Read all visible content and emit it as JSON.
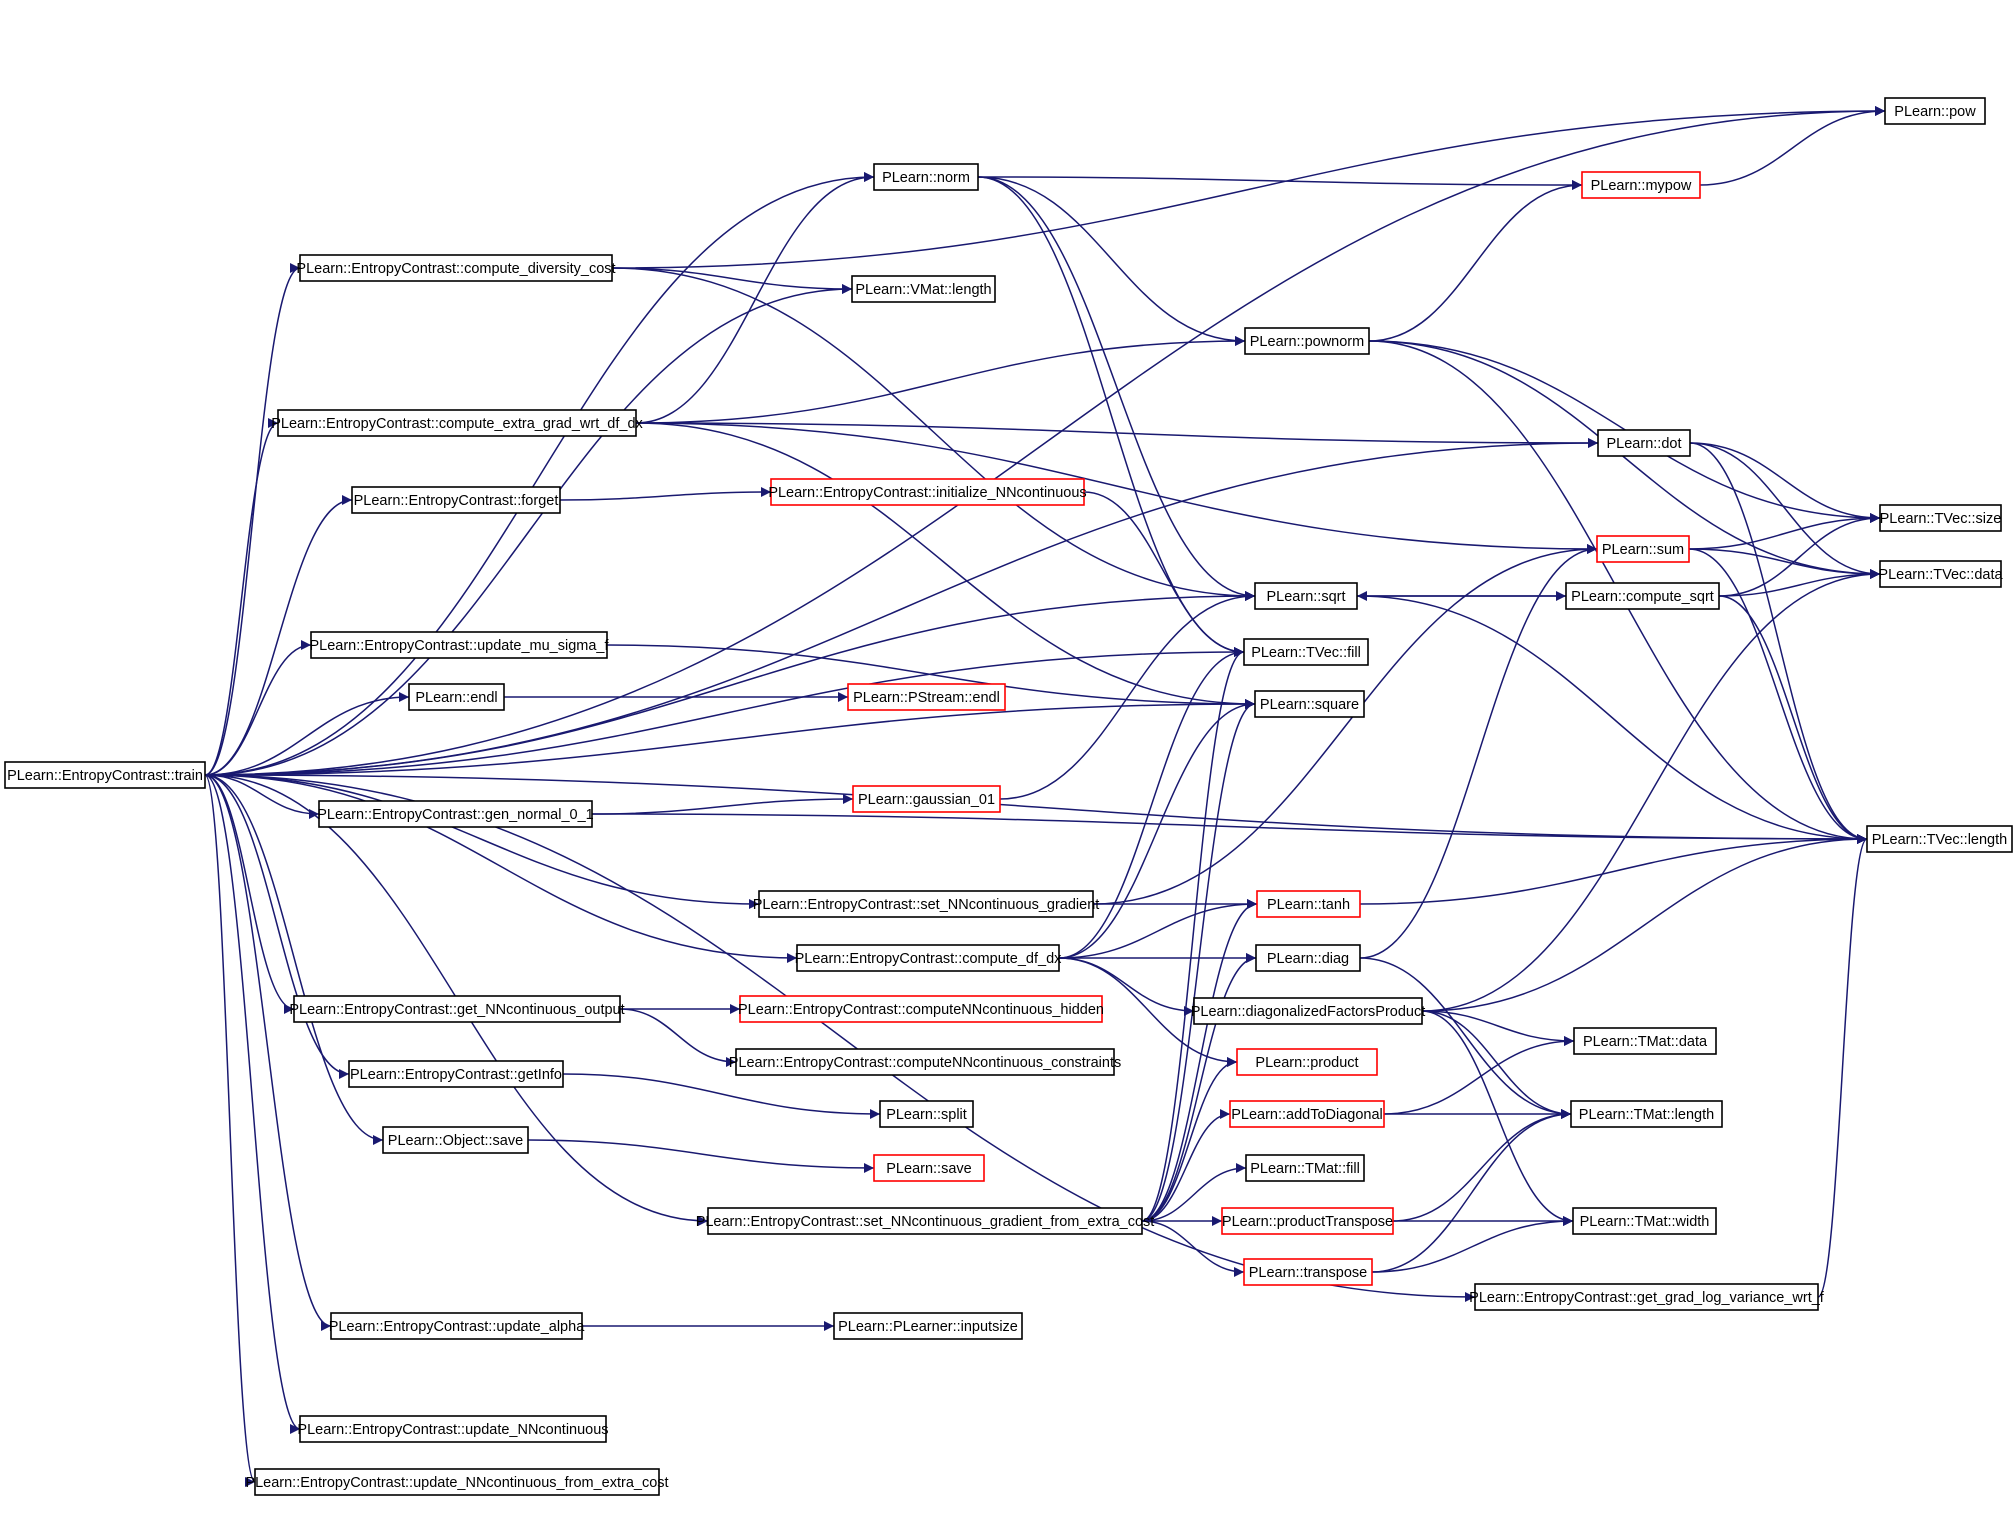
{
  "colors": {
    "edge": "#191970",
    "node_border": "#000000",
    "node_border_partial": "#ff0000",
    "node_root_fill": "#bfbfbf",
    "node_fill": "#ffffff"
  },
  "nodes": [
    {
      "id": "train",
      "label": "PLearn::EntropyContrast::train",
      "style": "root"
    },
    {
      "id": "compute_diversity_cost",
      "label": "PLearn::EntropyContrast::compute_diversity_cost",
      "style": "normal"
    },
    {
      "id": "compute_extra_grad",
      "label": "PLearn::EntropyContrast::compute_extra_grad_wrt_df_dx",
      "style": "normal"
    },
    {
      "id": "forget",
      "label": "PLearn::EntropyContrast::forget",
      "style": "normal"
    },
    {
      "id": "update_mu_sigma_f",
      "label": "PLearn::EntropyContrast::update_mu_sigma_f",
      "style": "normal"
    },
    {
      "id": "endl",
      "label": "PLearn::endl",
      "style": "normal"
    },
    {
      "id": "gen_normal",
      "label": "PLearn::EntropyContrast::gen_normal_0_1",
      "style": "normal"
    },
    {
      "id": "get_NN_output",
      "label": "PLearn::EntropyContrast::get_NNcontinuous_output",
      "style": "normal"
    },
    {
      "id": "getInfo",
      "label": "PLearn::EntropyContrast::getInfo",
      "style": "normal"
    },
    {
      "id": "object_save",
      "label": "PLearn::Object::save",
      "style": "normal"
    },
    {
      "id": "update_alpha",
      "label": "PLearn::EntropyContrast::update_alpha",
      "style": "normal"
    },
    {
      "id": "update_NN",
      "label": "PLearn::EntropyContrast::update_NNcontinuous",
      "style": "normal"
    },
    {
      "id": "update_NN_extra",
      "label": "PLearn::EntropyContrast::update_NNcontinuous_from_extra_cost",
      "style": "normal"
    },
    {
      "id": "norm",
      "label": "PLearn::norm",
      "style": "normal"
    },
    {
      "id": "vmat_length",
      "label": "PLearn::VMat::length",
      "style": "normal"
    },
    {
      "id": "init_NN",
      "label": "PLearn::EntropyContrast::initialize_NNcontinuous",
      "style": "partial"
    },
    {
      "id": "pstream_endl",
      "label": "PLearn::PStream::endl",
      "style": "partial"
    },
    {
      "id": "gaussian",
      "label": "PLearn::gaussian_01",
      "style": "partial"
    },
    {
      "id": "set_NN_grad",
      "label": "PLearn::EntropyContrast::set_NNcontinuous_gradient",
      "style": "normal"
    },
    {
      "id": "compute_df_dx",
      "label": "PLearn::EntropyContrast::compute_df_dx",
      "style": "normal"
    },
    {
      "id": "computeNN_hidden",
      "label": "PLearn::EntropyContrast::computeNNcontinuous_hidden",
      "style": "partial"
    },
    {
      "id": "computeNN_constraints",
      "label": "PLearn::EntropyContrast::computeNNcontinuous_constraints",
      "style": "normal"
    },
    {
      "id": "split",
      "label": "PLearn::split",
      "style": "normal"
    },
    {
      "id": "save",
      "label": "PLearn::save",
      "style": "partial"
    },
    {
      "id": "set_NN_grad_extra",
      "label": "PLearn::EntropyContrast::set_NNcontinuous_gradient_from_extra_cost",
      "style": "normal"
    },
    {
      "id": "inputsize",
      "label": "PLearn::PLearner::inputsize",
      "style": "normal"
    },
    {
      "id": "pownorm",
      "label": "PLearn::pownorm",
      "style": "normal"
    },
    {
      "id": "sqrt",
      "label": "PLearn::sqrt",
      "style": "normal"
    },
    {
      "id": "tvec_fill",
      "label": "PLearn::TVec::fill",
      "style": "normal"
    },
    {
      "id": "square",
      "label": "PLearn::square",
      "style": "normal"
    },
    {
      "id": "tanh",
      "label": "PLearn::tanh",
      "style": "partial"
    },
    {
      "id": "diag",
      "label": "PLearn::diag",
      "style": "normal"
    },
    {
      "id": "diagonalized",
      "label": "PLearn::diagonalizedFactorsProduct",
      "style": "normal"
    },
    {
      "id": "product",
      "label": "PLearn::product",
      "style": "partial"
    },
    {
      "id": "addToDiagonal",
      "label": "PLearn::addToDiagonal",
      "style": "partial"
    },
    {
      "id": "tmat_fill",
      "label": "PLearn::TMat::fill",
      "style": "normal"
    },
    {
      "id": "productTranspose",
      "label": "PLearn::productTranspose",
      "style": "partial"
    },
    {
      "id": "transpose",
      "label": "PLearn::transpose",
      "style": "partial"
    },
    {
      "id": "get_grad_log",
      "label": "PLearn::EntropyContrast::get_grad_log_variance_wrt_f",
      "style": "normal"
    },
    {
      "id": "mypow",
      "label": "PLearn::mypow",
      "style": "partial"
    },
    {
      "id": "dot",
      "label": "PLearn::dot",
      "style": "normal"
    },
    {
      "id": "sum",
      "label": "PLearn::sum",
      "style": "partial"
    },
    {
      "id": "compute_sqrt",
      "label": "PLearn::compute_sqrt",
      "style": "normal"
    },
    {
      "id": "tmat_data",
      "label": "PLearn::TMat::data",
      "style": "normal"
    },
    {
      "id": "tmat_length",
      "label": "PLearn::TMat::length",
      "style": "normal"
    },
    {
      "id": "tmat_width",
      "label": "PLearn::TMat::width",
      "style": "normal"
    },
    {
      "id": "pow",
      "label": "PLearn::pow",
      "style": "normal"
    },
    {
      "id": "tvec_size",
      "label": "PLearn::TVec::size",
      "style": "normal"
    },
    {
      "id": "tvec_data",
      "label": "PLearn::TVec::data",
      "style": "normal"
    },
    {
      "id": "tvec_length",
      "label": "PLearn::TVec::length",
      "style": "normal"
    }
  ],
  "edges": [
    [
      "train",
      "compute_diversity_cost"
    ],
    [
      "train",
      "compute_extra_grad"
    ],
    [
      "train",
      "forget"
    ],
    [
      "train",
      "update_mu_sigma_f"
    ],
    [
      "train",
      "endl"
    ],
    [
      "train",
      "gen_normal"
    ],
    [
      "train",
      "get_NN_output"
    ],
    [
      "train",
      "getInfo"
    ],
    [
      "train",
      "object_save"
    ],
    [
      "train",
      "update_alpha"
    ],
    [
      "train",
      "update_NN"
    ],
    [
      "train",
      "update_NN_extra"
    ],
    [
      "train",
      "norm"
    ],
    [
      "train",
      "vmat_length"
    ],
    [
      "train",
      "pow"
    ],
    [
      "train",
      "dot"
    ],
    [
      "train",
      "tvec_fill"
    ],
    [
      "train",
      "square"
    ],
    [
      "train",
      "set_NN_grad"
    ],
    [
      "train",
      "compute_df_dx"
    ],
    [
      "train",
      "set_NN_grad_extra"
    ],
    [
      "train",
      "get_grad_log"
    ],
    [
      "train",
      "tvec_length"
    ],
    [
      "train",
      "sqrt"
    ],
    [
      "compute_diversity_cost",
      "vmat_length"
    ],
    [
      "compute_diversity_cost",
      "sqrt"
    ],
    [
      "compute_diversity_cost",
      "pow"
    ],
    [
      "compute_extra_grad",
      "norm"
    ],
    [
      "compute_extra_grad",
      "pownorm"
    ],
    [
      "compute_extra_grad",
      "dot"
    ],
    [
      "compute_extra_grad",
      "sum"
    ],
    [
      "compute_extra_grad",
      "square"
    ],
    [
      "forget",
      "init_NN"
    ],
    [
      "init_NN",
      "tvec_fill"
    ],
    [
      "update_mu_sigma_f",
      "square"
    ],
    [
      "endl",
      "pstream_endl"
    ],
    [
      "gen_normal",
      "gaussian"
    ],
    [
      "gen_normal",
      "tvec_length"
    ],
    [
      "gaussian",
      "sqrt"
    ],
    [
      "get_NN_output",
      "computeNN_hidden"
    ],
    [
      "get_NN_output",
      "computeNN_constraints"
    ],
    [
      "getInfo",
      "split"
    ],
    [
      "object_save",
      "save"
    ],
    [
      "update_alpha",
      "inputsize"
    ],
    [
      "norm",
      "mypow"
    ],
    [
      "norm",
      "pownorm"
    ],
    [
      "norm",
      "sqrt"
    ],
    [
      "norm",
      "tvec_fill"
    ],
    [
      "pownorm",
      "mypow"
    ],
    [
      "pownorm",
      "tvec_size"
    ],
    [
      "pownorm",
      "tvec_data"
    ],
    [
      "pownorm",
      "tvec_length"
    ],
    [
      "mypow",
      "pow"
    ],
    [
      "dot",
      "tvec_size"
    ],
    [
      "dot",
      "tvec_data"
    ],
    [
      "dot",
      "tvec_length"
    ],
    [
      "sum",
      "tvec_size"
    ],
    [
      "sum",
      "tvec_data"
    ],
    [
      "sum",
      "tvec_length"
    ],
    [
      "sqrt",
      "compute_sqrt"
    ],
    [
      "sqrt",
      "tvec_length"
    ],
    [
      "compute_sqrt",
      "sqrt"
    ],
    [
      "compute_sqrt",
      "tvec_size"
    ],
    [
      "compute_sqrt",
      "tvec_data"
    ],
    [
      "compute_sqrt",
      "tvec_length"
    ],
    [
      "set_NN_grad",
      "tanh"
    ],
    [
      "set_NN_grad",
      "sum"
    ],
    [
      "compute_df_dx",
      "tanh"
    ],
    [
      "compute_df_dx",
      "diag"
    ],
    [
      "compute_df_dx",
      "diagonalized"
    ],
    [
      "compute_df_dx",
      "product"
    ],
    [
      "compute_df_dx",
      "tvec_fill"
    ],
    [
      "compute_df_dx",
      "square"
    ],
    [
      "tanh",
      "tvec_length"
    ],
    [
      "diag",
      "sum"
    ],
    [
      "diag",
      "tmat_length"
    ],
    [
      "diagonalized",
      "tmat_data"
    ],
    [
      "diagonalized",
      "tmat_length"
    ],
    [
      "diagonalized",
      "tmat_width"
    ],
    [
      "diagonalized",
      "tvec_data"
    ],
    [
      "diagonalized",
      "tvec_length"
    ],
    [
      "set_NN_grad_extra",
      "product"
    ],
    [
      "set_NN_grad_extra",
      "addToDiagonal"
    ],
    [
      "set_NN_grad_extra",
      "tmat_fill"
    ],
    [
      "set_NN_grad_extra",
      "productTranspose"
    ],
    [
      "set_NN_grad_extra",
      "transpose"
    ],
    [
      "set_NN_grad_extra",
      "tanh"
    ],
    [
      "set_NN_grad_extra",
      "diag"
    ],
    [
      "set_NN_grad_extra",
      "square"
    ],
    [
      "set_NN_grad_extra",
      "tvec_fill"
    ],
    [
      "addToDiagonal",
      "tmat_data"
    ],
    [
      "addToDiagonal",
      "tmat_length"
    ],
    [
      "productTranspose",
      "tmat_length"
    ],
    [
      "productTranspose",
      "tmat_width"
    ],
    [
      "transpose",
      "tmat_length"
    ],
    [
      "transpose",
      "tmat_width"
    ],
    [
      "get_grad_log",
      "tvec_length"
    ]
  ]
}
